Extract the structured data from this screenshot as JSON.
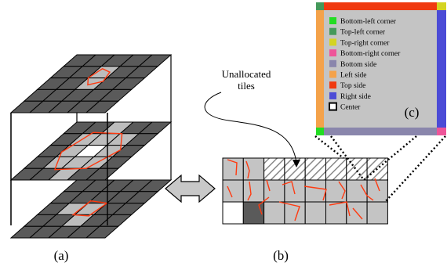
{
  "panel_labels": {
    "a": "(a)",
    "b": "(b)",
    "c": "(c)"
  },
  "callout": {
    "line1": "Unallocated",
    "line2": "tiles"
  },
  "legend": {
    "items": [
      {
        "label": "Bottom-left corner",
        "color": "#22dd22"
      },
      {
        "label": "Top-left corner",
        "color": "#44995a"
      },
      {
        "label": "Top-right corner",
        "color": "#d4d422"
      },
      {
        "label": "Bottom-right corner",
        "color": "#ee5599"
      },
      {
        "label": "Bottom side",
        "color": "#8a86ac"
      },
      {
        "label": "Left side",
        "color": "#f4a24a"
      },
      {
        "label": "Top side",
        "color": "#f03a10"
      },
      {
        "label": "Right side",
        "color": "#4b4bd6"
      },
      {
        "label": "Center",
        "color": "#ffffff"
      }
    ]
  },
  "colors": {
    "tile_dark": "#5a5a5a",
    "tile_light": "#bdbdbd",
    "tile_mid": "#c4c4c4",
    "polygon": "#ff3a10",
    "arrow_fill": "#c8c8c8"
  }
}
